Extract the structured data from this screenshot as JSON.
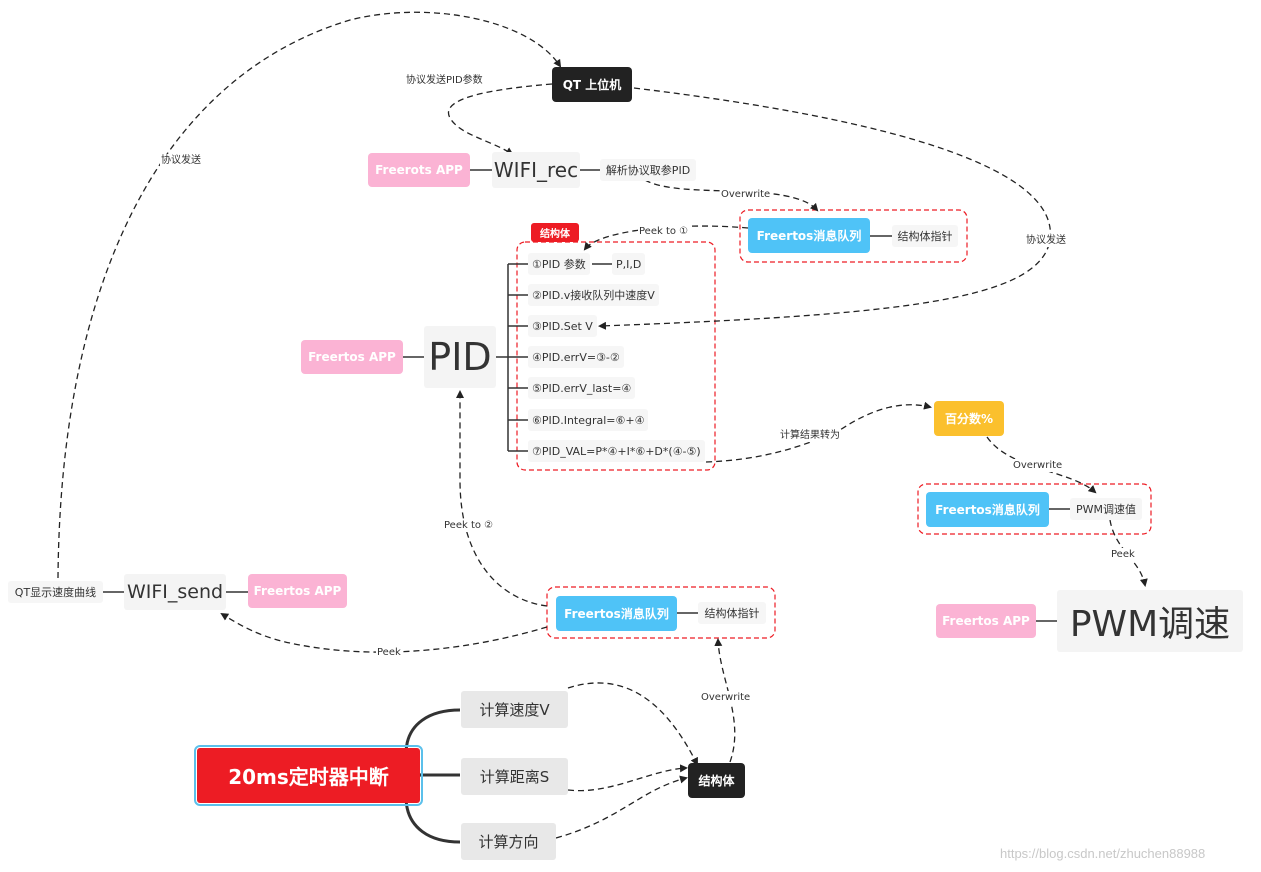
{
  "nodes": {
    "qt_host": "QT 上位机",
    "wifi_rec_app": "Freerots APP",
    "wifi_rec": "WIFI_rec",
    "parse_pid": "解析协议取参PID",
    "queue_top": "Freertos消息队列",
    "queue_top_ptr": "结构体指针",
    "struct_tag": "结构体",
    "pid_app": "Freertos APP",
    "pid": "PID",
    "pid_items": [
      "①PID 参数",
      "②PID.v接收队列中速度V",
      "③PID.Set V",
      "④PID.errV=③-②",
      "⑤PID.errV_last=④",
      "⑥PID.Integral=⑥+④",
      "⑦PID_VAL=P*④+I*⑥+D*(④-⑤)"
    ],
    "pid_params": "P,I,D",
    "percent": "百分数%",
    "queue_pwm": "Freertos消息队列",
    "pwm_value": "PWM调速值",
    "pwm_app": "Freertos APP",
    "pwm": "PWM调速",
    "qt_curve": "QT显示速度曲线",
    "wifi_send": "WIFI_send",
    "wifi_send_app": "Freertos APP",
    "queue_bottom": "Freertos消息队列",
    "queue_bottom_ptr": "结构体指针",
    "timer": "20ms定时器中断",
    "calc_v": "计算速度V",
    "calc_s": "计算距离S",
    "calc_dir": "计算方向",
    "struct_node": "结构体"
  },
  "edge_labels": {
    "proto_pid": "协议发送PID参数",
    "proto_send_left": "协议发送",
    "proto_send_right": "协议发送",
    "overwrite_top": "Overwrite",
    "peek_to_1": "Peek to ①",
    "calc_result": "计算结果转为",
    "overwrite_pwm": "Overwrite",
    "peek_pwm": "Peek",
    "peek_to_2": "Peek to ②",
    "peek_bottom": "Peek",
    "overwrite_bottom": "Overwrite"
  },
  "watermark": "https://blog.csdn.net/zhuchen88988",
  "colors": {
    "red": "#ed1c24",
    "blue": "#4fc3f7",
    "pink": "#fbb3d4",
    "yellow": "#fbc02d",
    "dark": "#222222"
  }
}
